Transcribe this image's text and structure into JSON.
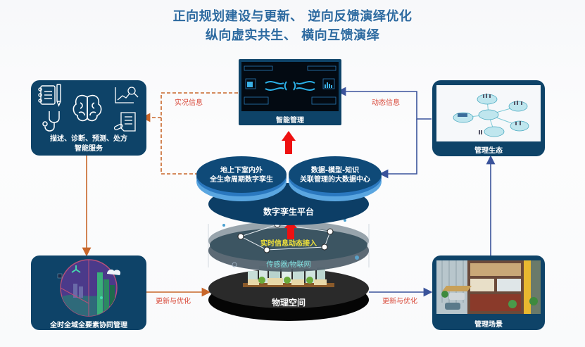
{
  "title": {
    "line1": "正向规划建设与更新、   逆向反馈演绎优化",
    "line2": "纵向虚实共生、   横向互馈演绎"
  },
  "boxes": {
    "smart_service": {
      "line1": "描述、诊断、预测、处方",
      "line2": "智能服务",
      "icons": [
        "notebook-icon",
        "brain-icon",
        "chart-search-icon",
        "stethoscope-icon",
        "prescription-icon"
      ]
    },
    "smart_management": {
      "label": "智能管理"
    },
    "management_ecology": {
      "label": "管理生态"
    },
    "full_management": {
      "label": "全时全域全要素协同管理"
    },
    "management_scene": {
      "label": "管理场景"
    }
  },
  "platform": {
    "left_disc": {
      "line1": "地上下室内外",
      "line2": "全生命周期数字孪生"
    },
    "right_disc": {
      "line1": "数据-模型-知识",
      "line2": "关联管理的大数据中心"
    },
    "base_label": "数字孪生平台"
  },
  "sensor_layer": {
    "network_label": "实时信息动态接入",
    "layer_label": "传感器/物联网"
  },
  "physical": {
    "label": "物理空间"
  },
  "flows": {
    "realtime_info": "实况信息",
    "dynamic_info": "动态信息",
    "update_left": "更新与优化",
    "update_right": "更新与优化"
  },
  "colors": {
    "title": "#2d6aa0",
    "box": "#0e4368",
    "disc_dark": "#0f4a78",
    "disc_light": "#3d8fd0",
    "flow_orange": "#c8662a",
    "flow_blue": "#3a539b",
    "flow_label": "#d9493a",
    "arrow_red": "#ee1111",
    "network_text": "#f2e33a",
    "sensor_text": "#7fe0e0"
  }
}
